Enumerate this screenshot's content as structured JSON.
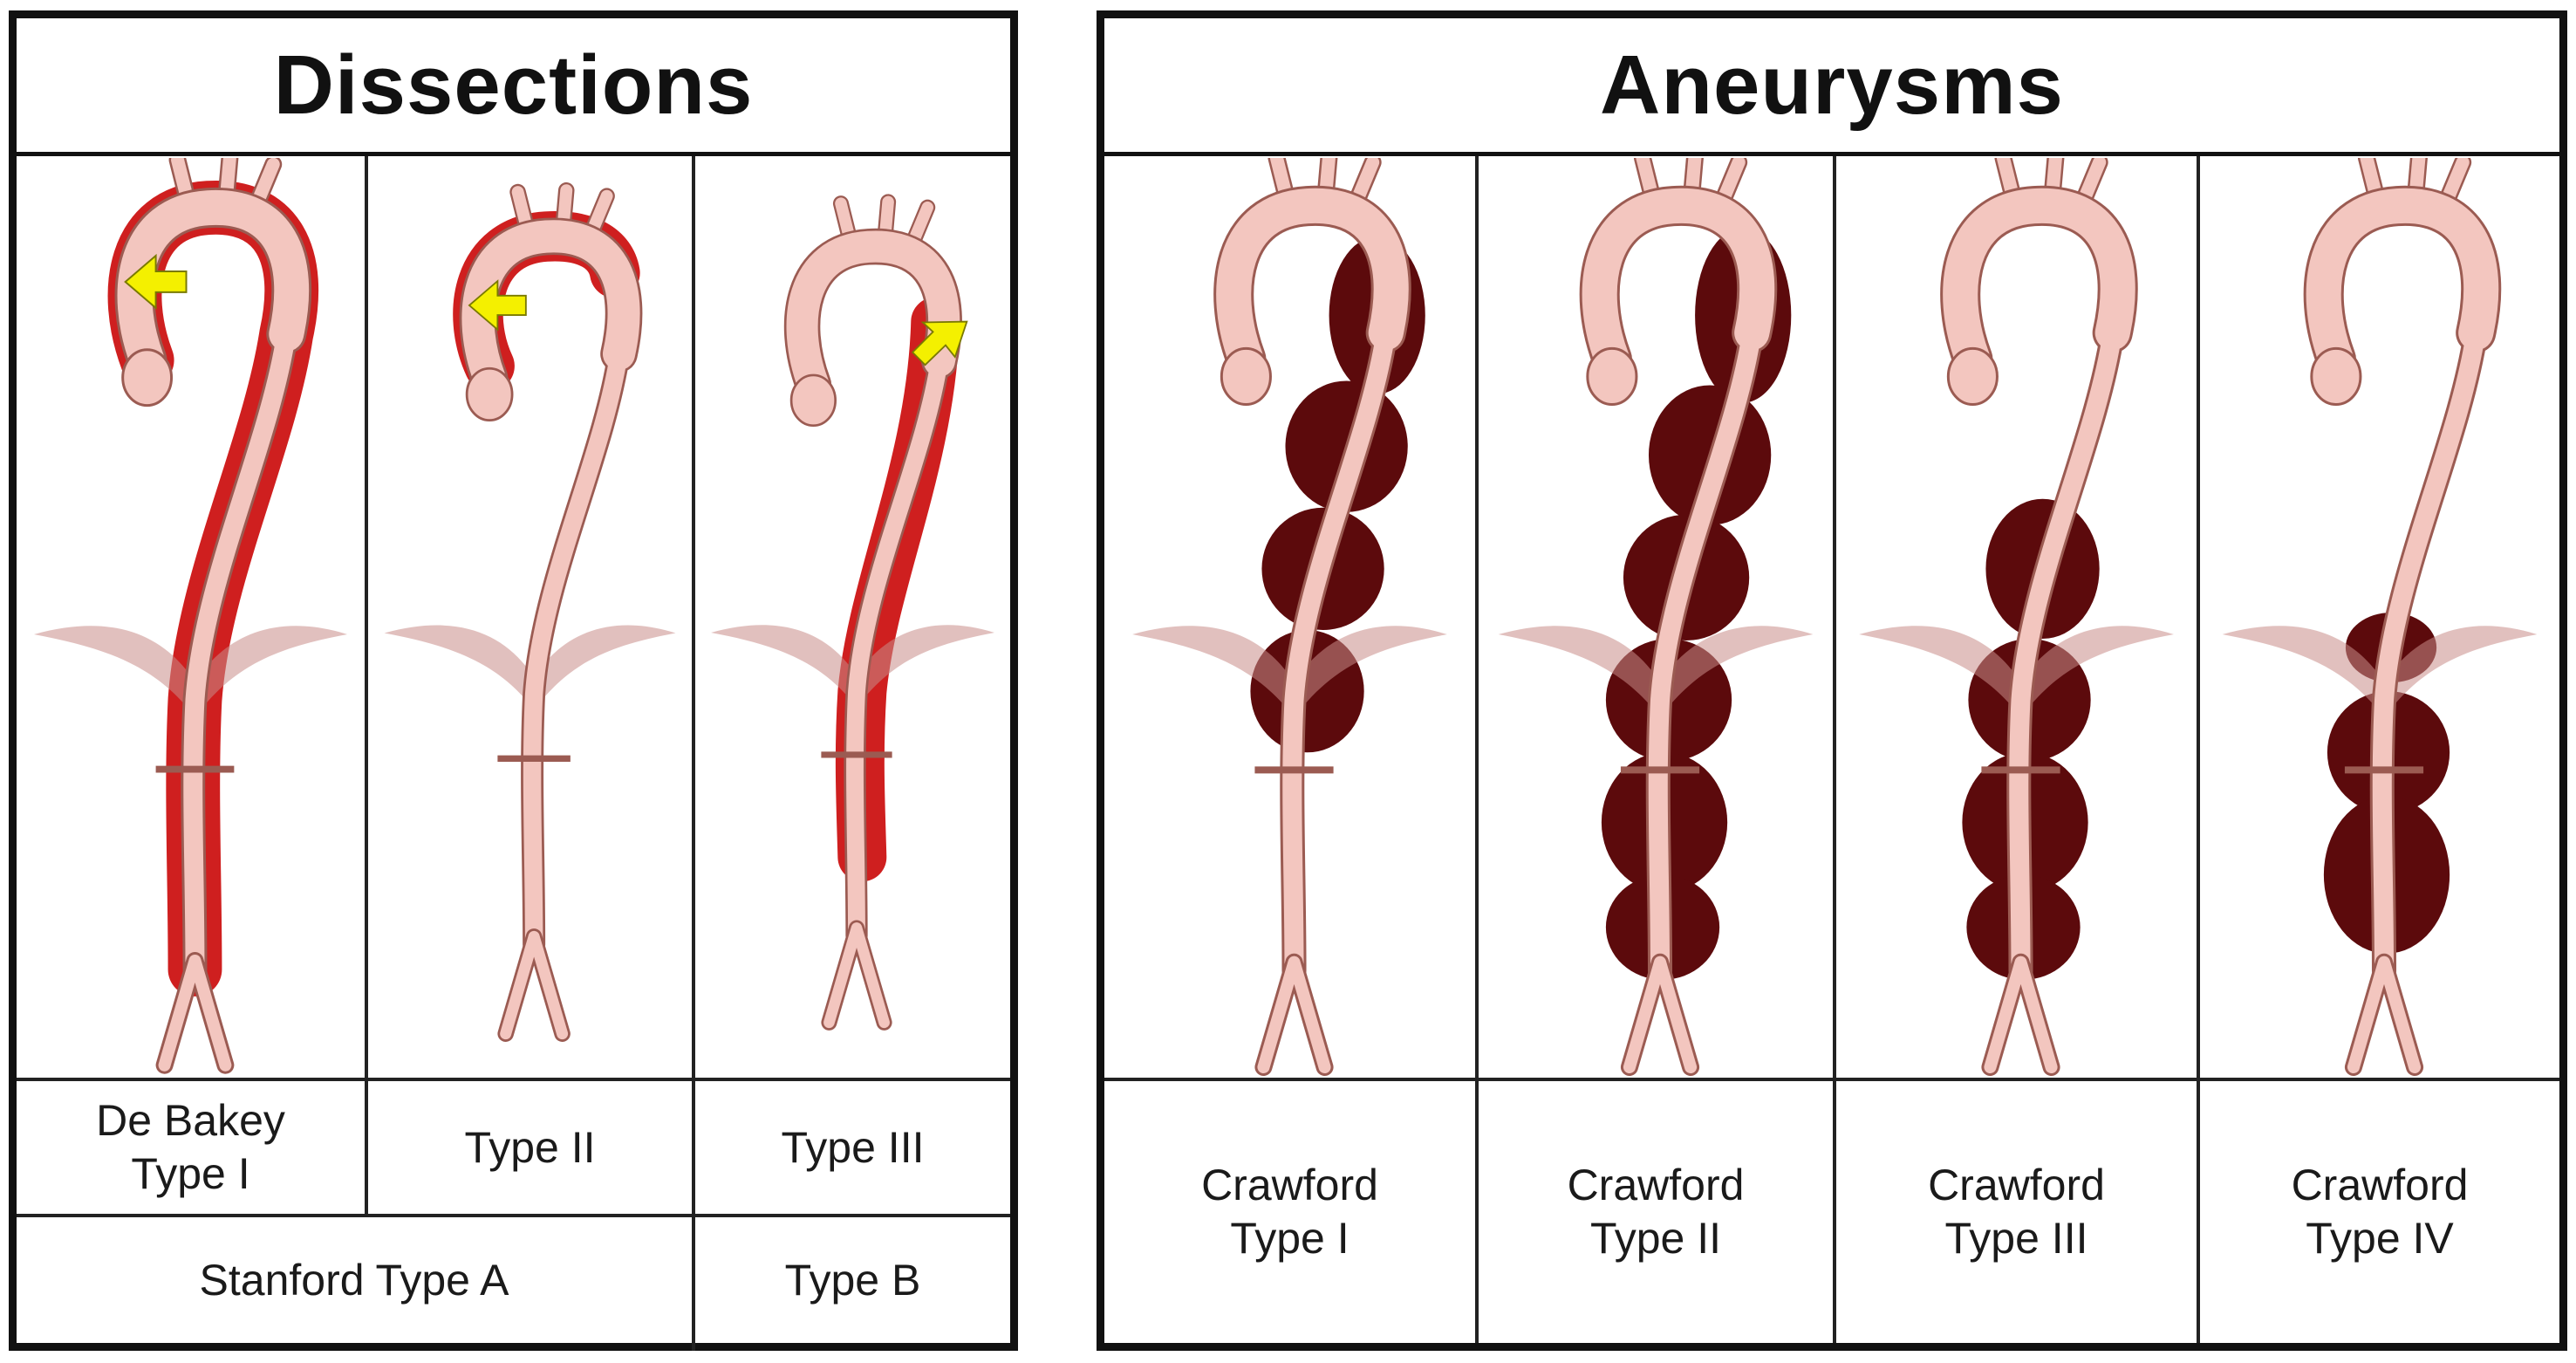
{
  "dissections": {
    "title": "Dissections",
    "cells": [
      {
        "label": "De Bakey\nType I"
      },
      {
        "label": "Type II"
      },
      {
        "label": "Type III"
      }
    ],
    "stanford": {
      "type_a": "Stanford Type A",
      "type_b": "Type B"
    }
  },
  "aneurysms": {
    "title": "Aneurysms",
    "cells": [
      {
        "label": "Crawford\nType I"
      },
      {
        "label": "Crawford\nType II"
      },
      {
        "label": "Crawford\nType III"
      },
      {
        "label": "Crawford\nType IV"
      }
    ]
  },
  "colors": {
    "aorta": "#f3c6bf",
    "aorta_edge": "#9b5b52",
    "dissection_lumen": "#cf1f1f",
    "aneurysm": "#5c0a0c",
    "diaphragm": "#c98d88",
    "arrow": "#f4f000"
  }
}
